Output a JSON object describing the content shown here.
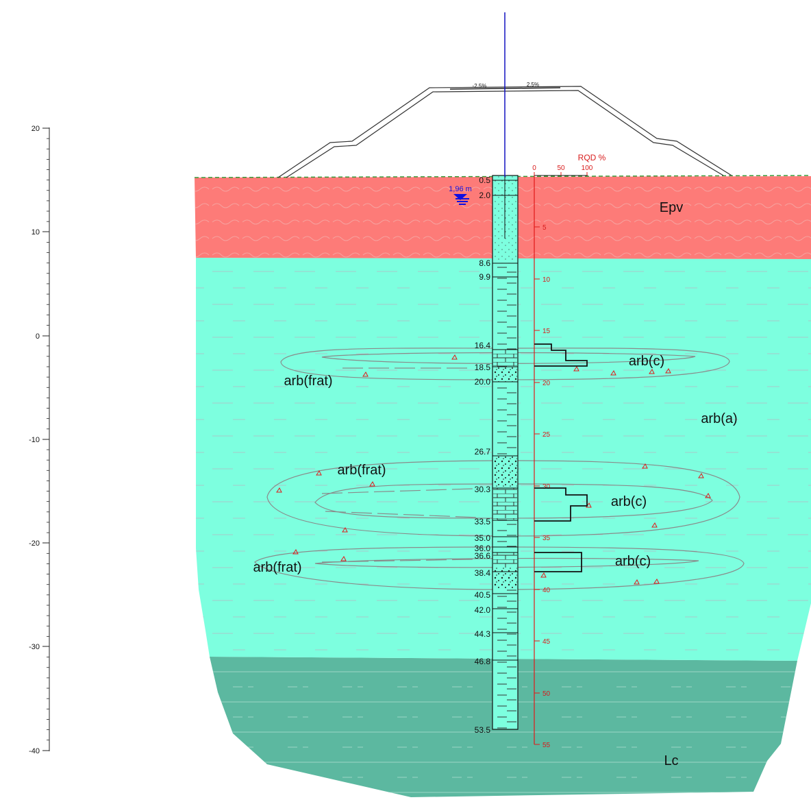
{
  "elevation_axis": {
    "labels": [
      "20",
      "10",
      "0",
      "-10",
      "-20",
      "-30",
      "-40"
    ]
  },
  "embankment": {
    "slope_left": "-2.5%",
    "slope_right": "2.5%"
  },
  "water_table": {
    "label": "1,96 m"
  },
  "layers": {
    "epv": "Epv",
    "arb_a": "arb(a)",
    "lc": "Lc"
  },
  "lenses": [
    {
      "left_label": "arb(frat)",
      "right_label": "arb(c)"
    },
    {
      "left_label": "arb(frat)",
      "right_label": "arb(c)"
    },
    {
      "left_label": "arb(frat)",
      "right_label": "arb(c)"
    }
  ],
  "borehole": {
    "depth_labels": [
      "0.5",
      "2.0",
      "8.6",
      "9.9",
      "16.4",
      "18.5",
      "20.0",
      "26.7",
      "30.3",
      "33.5",
      "35.0",
      "36.0",
      "36.6",
      "38.4",
      "40.5",
      "42.0",
      "44.3",
      "46.8",
      "53.5"
    ]
  },
  "rqd_axis": {
    "title": "RQD %",
    "ticks": [
      "0",
      "50",
      "100"
    ],
    "depth_ticks": [
      "5",
      "10",
      "15",
      "20",
      "25",
      "30",
      "35",
      "40",
      "45",
      "50",
      "55"
    ]
  },
  "colors": {
    "epv": "#fd7b78",
    "arb_a": "#7dffdf",
    "lc": "#5cb8a0",
    "rqd": "#e01818",
    "water": "#1010e0"
  }
}
